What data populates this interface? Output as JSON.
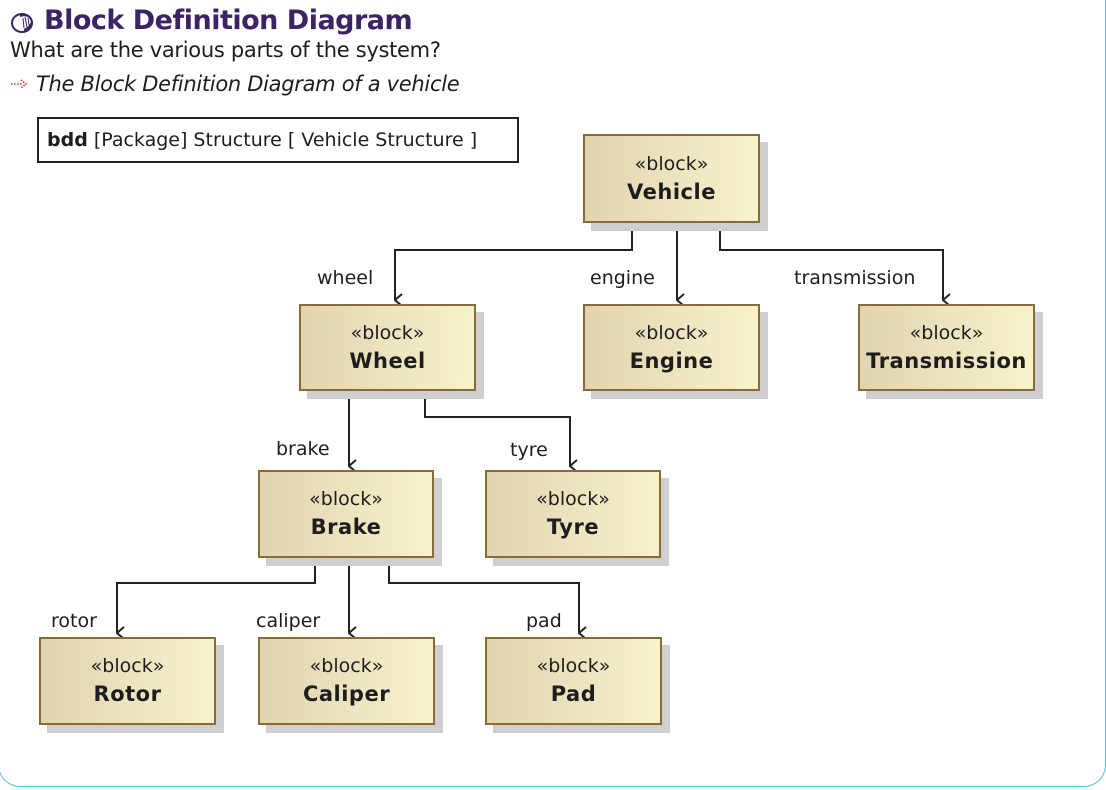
{
  "header": {
    "title": "Block Definition Diagram",
    "title_icon": "ring-icon",
    "question": "What are the various parts of the system?",
    "caption_icon": "dotted-arrow-icon",
    "caption": "The Block Definition Diagram of a vehicle"
  },
  "colors": {
    "title": "#3b2366",
    "block_border": "#8b6a3a",
    "block_fill_start": "#e2d4ae",
    "block_fill_end": "#f6f3cb",
    "shadow": "#cfcfcf",
    "card_border": "#5bbfdc",
    "line": "#222222"
  },
  "diagram": {
    "frame": {
      "kind": "bdd",
      "rest": "[Package] Structure [ Vehicle Structure ]"
    },
    "blocks": [
      {
        "id": "vehicle",
        "stereotype": "«block»",
        "name": "Vehicle"
      },
      {
        "id": "wheel",
        "stereotype": "«block»",
        "name": "Wheel"
      },
      {
        "id": "engine",
        "stereotype": "«block»",
        "name": "Engine"
      },
      {
        "id": "transmission",
        "stereotype": "«block»",
        "name": "Transmission"
      },
      {
        "id": "brake",
        "stereotype": "«block»",
        "name": "Brake"
      },
      {
        "id": "tyre",
        "stereotype": "«block»",
        "name": "Tyre"
      },
      {
        "id": "rotor",
        "stereotype": "«block»",
        "name": "Rotor"
      },
      {
        "id": "caliper",
        "stereotype": "«block»",
        "name": "Caliper"
      },
      {
        "id": "pad",
        "stereotype": "«block»",
        "name": "Pad"
      }
    ],
    "associations": [
      {
        "from": "vehicle",
        "to": "wheel",
        "role": "wheel"
      },
      {
        "from": "vehicle",
        "to": "engine",
        "role": "engine"
      },
      {
        "from": "vehicle",
        "to": "transmission",
        "role": "transmission"
      },
      {
        "from": "wheel",
        "to": "brake",
        "role": "brake"
      },
      {
        "from": "wheel",
        "to": "tyre",
        "role": "tyre"
      },
      {
        "from": "brake",
        "to": "rotor",
        "role": "rotor"
      },
      {
        "from": "brake",
        "to": "caliper",
        "role": "caliper"
      },
      {
        "from": "brake",
        "to": "pad",
        "role": "pad"
      }
    ]
  }
}
